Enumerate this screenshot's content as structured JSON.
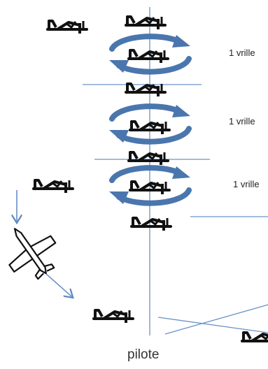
{
  "labels": {
    "spin_1": "1 vrille",
    "spin_2": "1 vrille",
    "spin_3": "1 vrille",
    "caption": "pilote"
  },
  "colors": {
    "plane": "#111111",
    "spin_arrow": "#4a76ad",
    "guide_line": "#6a93c8",
    "trajectory_arrow": "#5b86c2"
  },
  "icons": [
    "plane-icon",
    "spin-arrow-icon",
    "trajectory-arrow-icon"
  ]
}
